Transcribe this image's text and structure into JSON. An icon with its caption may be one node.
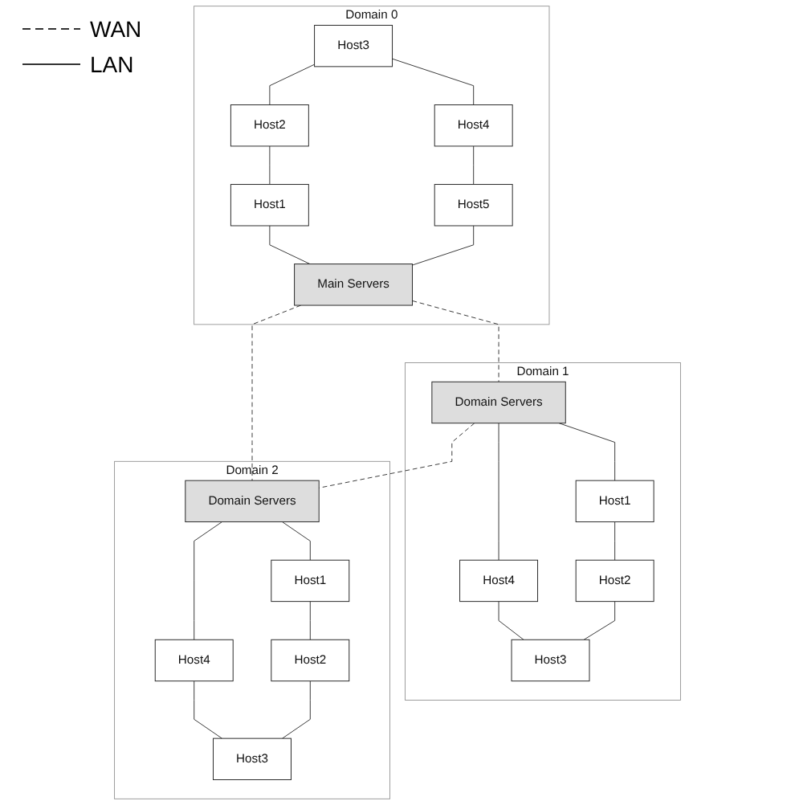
{
  "diagram": {
    "nodes": [
      {
        "text": [
          "Domain 0"
        ]
      },
      {
        "text": [
          "Host3"
        ],
        "in": 0
      },
      {
        "text": [
          "Host2"
        ],
        "in": 0
      },
      {
        "text": [
          "Host4"
        ],
        "in": 0
      },
      {
        "text": [
          "Host1"
        ],
        "in": 0
      },
      {
        "text": [
          "Host5"
        ],
        "in": 0
      },
      {
        "text": [
          "Main Servers"
        ],
        "in": 0
      },
      {
        "text": [
          "Domain 1"
        ]
      },
      {
        "text": [
          "Domain Servers"
        ],
        "in": 7
      },
      {
        "text": [
          "Host1"
        ],
        "in": 7
      },
      {
        "text": [
          "Host4"
        ],
        "in": 7
      },
      {
        "text": [
          "Host2"
        ],
        "in": 7
      },
      {
        "text": [
          "Host3"
        ],
        "in": 7
      },
      {
        "text": [
          "Domain 2"
        ]
      },
      {
        "text": [
          "Domain Servers"
        ],
        "in": 13
      },
      {
        "text": [
          "Host1"
        ],
        "in": 13
      },
      {
        "text": [
          "Host4"
        ],
        "in": 13
      },
      {
        "text": [
          "Host2"
        ],
        "in": 13
      },
      {
        "text": [
          "Host3"
        ],
        "in": 13
      }
    ],
    "edges": [
      {
        "from": 1,
        "to": 2,
        "arrow": "none"
      },
      {
        "from": 1,
        "to": 3,
        "arrow": "none"
      },
      {
        "from": 2,
        "to": 4,
        "arrow": "none"
      },
      {
        "from": 3,
        "to": 5,
        "arrow": "none"
      },
      {
        "from": 4,
        "to": 6,
        "arrow": "none"
      },
      {
        "from": 5,
        "to": 6,
        "arrow": "none"
      },
      {
        "from": 6,
        "to": 8,
        "arrow": "none",
        "style": "dashed"
      },
      {
        "from": 6,
        "to": 14,
        "arrow": "none",
        "style": "dashed"
      },
      {
        "from": 8,
        "to": 14,
        "arrow": "none",
        "style": "dashed"
      },
      {
        "from": 8,
        "to": 9,
        "arrow": "none"
      },
      {
        "from": 8,
        "to": 10,
        "arrow": "none"
      },
      {
        "from": 9,
        "to": 11,
        "arrow": "none"
      },
      {
        "from": 10,
        "to": 12,
        "arrow": "none"
      },
      {
        "from": 11,
        "to": 12,
        "arrow": "none"
      },
      {
        "from": 14,
        "to": 15,
        "arrow": "none"
      },
      {
        "from": 14,
        "to": 16,
        "arrow": "none"
      },
      {
        "from": 15,
        "to": 17,
        "arrow": "none"
      },
      {
        "from": 16,
        "to": 18,
        "arrow": "none"
      },
      {
        "from": 17,
        "to": 18,
        "arrow": "none"
      }
    ],
    "legend": [
      {
        "text": "WAN"
      },
      {
        "text": "LAN"
      }
    ]
  }
}
